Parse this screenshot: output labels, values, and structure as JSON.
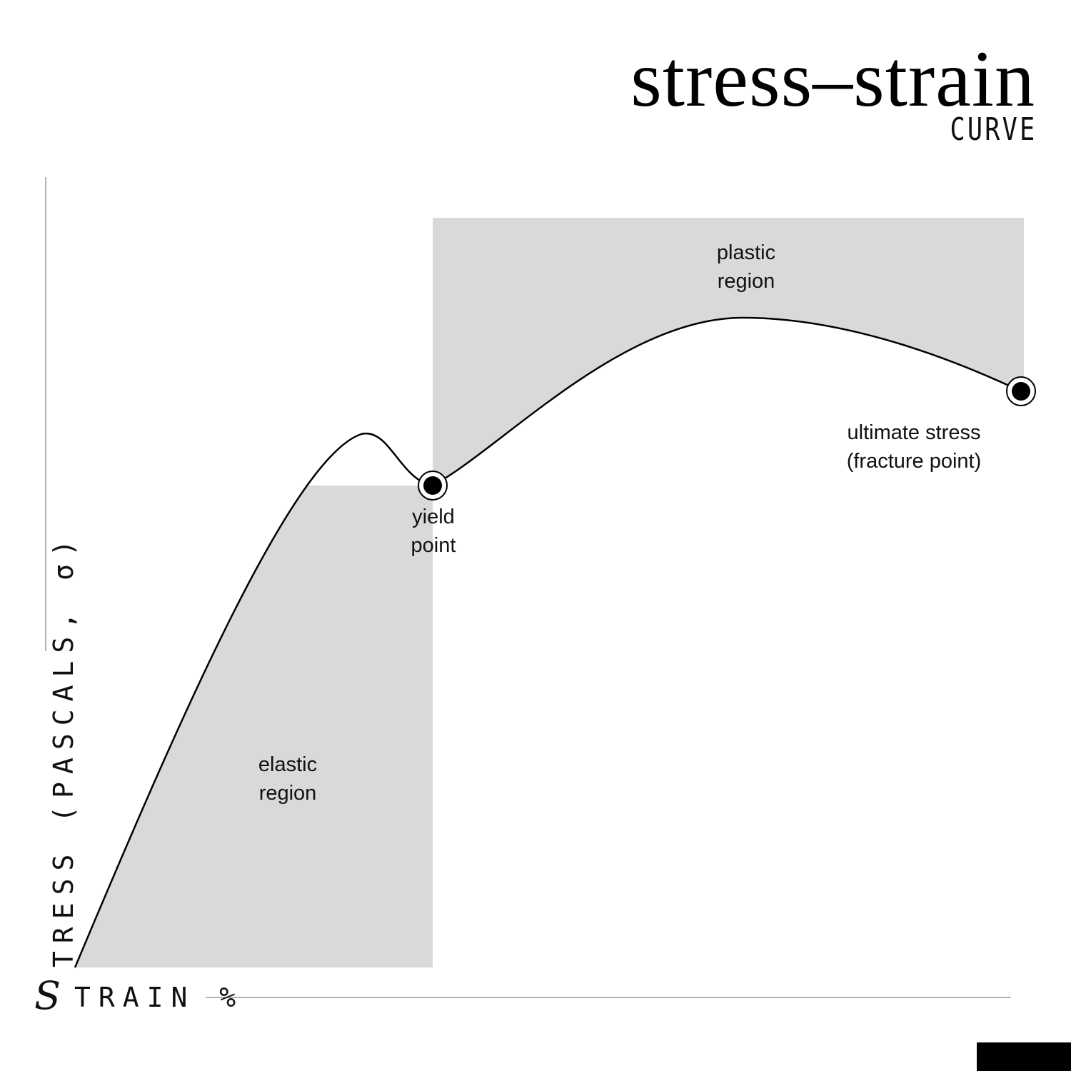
{
  "title": "stress–strain",
  "subtitle": "CURVE",
  "axes": {
    "y_label": "TRESS (PASCALS, σ)",
    "x_label": "TRAIN %",
    "shared_initial": "S"
  },
  "regions": {
    "elastic": {
      "line1": "elastic",
      "line2": "region"
    },
    "plastic": {
      "line1": "plastic",
      "line2": "region"
    }
  },
  "points": {
    "yield": {
      "line1": "yield",
      "line2": "point"
    },
    "ultimate": {
      "line1": "ultimate stress",
      "line2": "(fracture point)"
    }
  },
  "colors": {
    "region_fill": "#d9d9d9",
    "curve": "#000000",
    "axis": "#999999"
  }
}
